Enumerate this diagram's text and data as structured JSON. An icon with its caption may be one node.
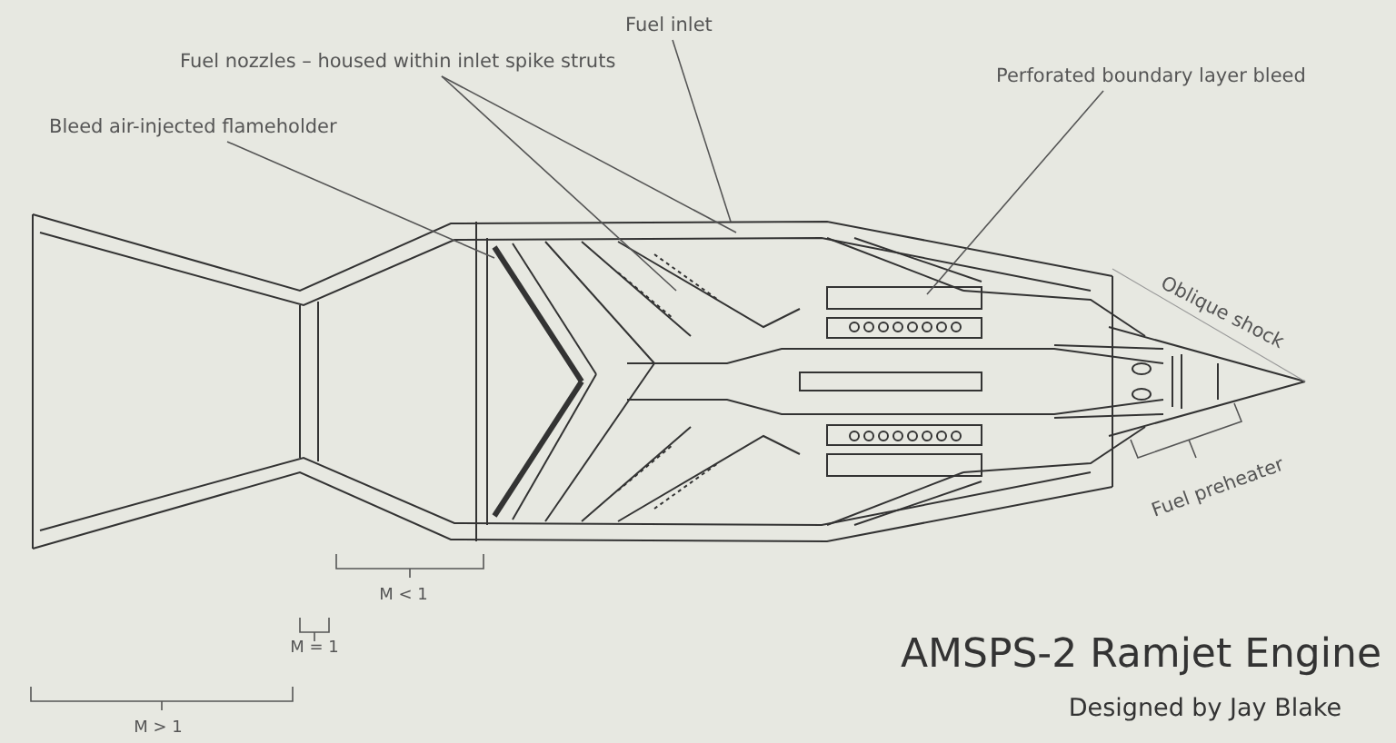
{
  "diagram": {
    "title": "AMSPS-2 Ramjet Engine",
    "caption": "Designed by Jay Blake",
    "nodes": [
      {
        "text": [
          "Bleed air-injected flameholder"
        ]
      },
      {
        "text": [
          "Fuel nozzles – housed within inlet spike struts"
        ]
      },
      {
        "text": [
          "Fuel inlet"
        ]
      },
      {
        "text": [
          "Perforated boundary layer bleed"
        ]
      }
    ],
    "edges": [
      {
        "from": 0,
        "to": null,
        "arrow": "none"
      },
      {
        "from": 1,
        "to": null,
        "arrow": "none"
      },
      {
        "from": 1,
        "to": null,
        "arrow": "none"
      },
      {
        "from": 2,
        "to": null,
        "arrow": "none"
      },
      {
        "from": 3,
        "to": null,
        "arrow": "none"
      }
    ],
    "labels": [
      "Oblique shock",
      "Fuel preheater",
      "M < 1",
      "M = 1",
      "M > 1"
    ]
  }
}
